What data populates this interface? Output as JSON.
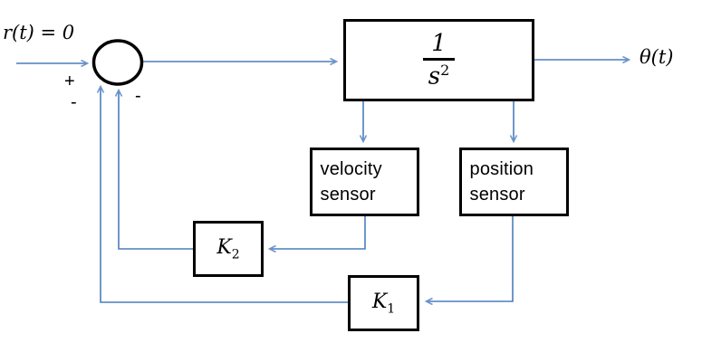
{
  "diagram": {
    "kind": "feedback-control-block-diagram",
    "colors": {
      "wire": "#4a7ebb",
      "block_border": "#000000",
      "text": "#000000",
      "background": "#ffffff"
    },
    "input_label": "r(t) = 0",
    "output_label": "θ(t)",
    "summing_junction": {
      "plus_sign": "+",
      "minus_sign_left": "-",
      "minus_sign_right": "-"
    },
    "blocks": {
      "plant": {
        "numerator": "1",
        "denominator_base": "s",
        "denominator_exponent": "2"
      },
      "velocity_sensor": {
        "line1": "velocity",
        "line2": "sensor"
      },
      "position_sensor": {
        "line1": "position",
        "line2": "sensor"
      },
      "k2": {
        "base": "K",
        "subscript": "2"
      },
      "k1": {
        "base": "K",
        "subscript": "1"
      }
    }
  }
}
